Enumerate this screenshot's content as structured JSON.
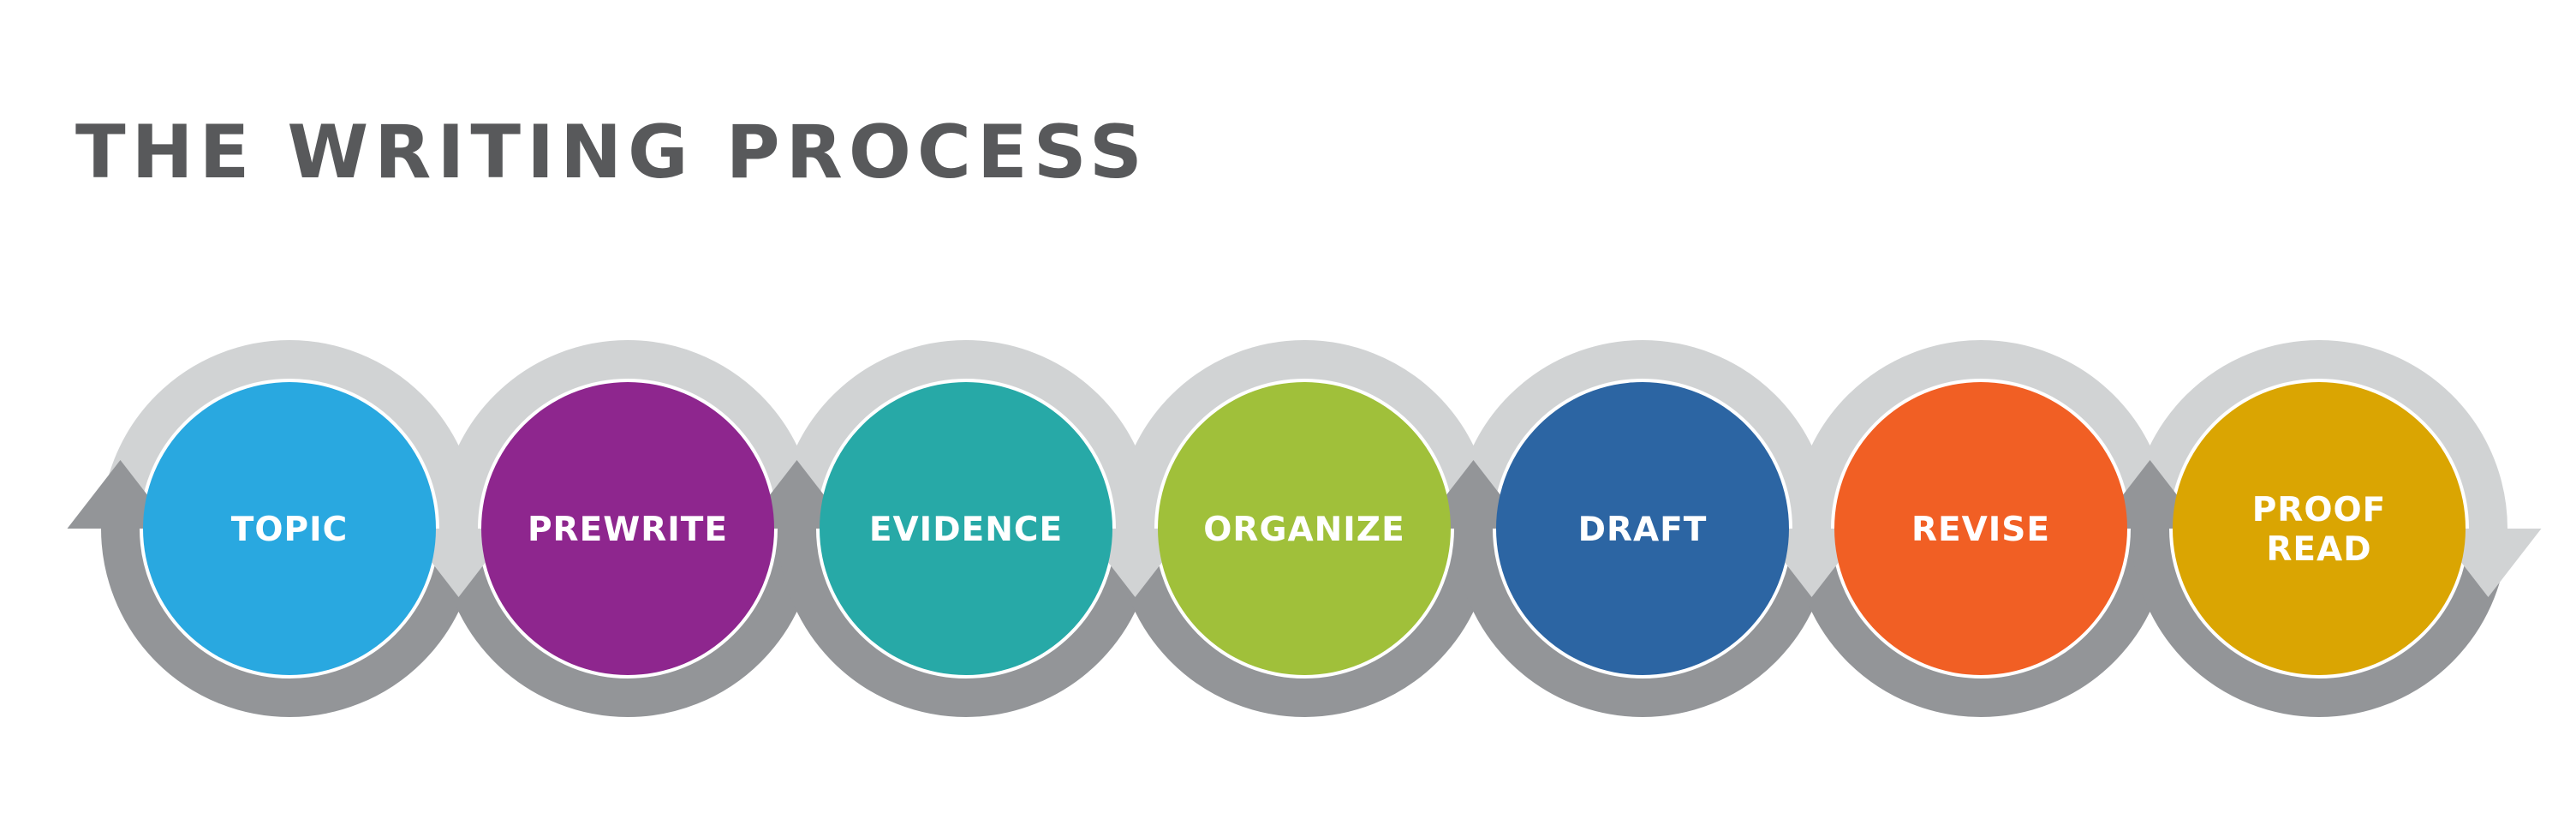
{
  "title": "THE WRITING PROCESS",
  "steps": [
    {
      "lines": [
        "TOPIC"
      ],
      "color": "#29a8e0"
    },
    {
      "lines": [
        "PREWRITE"
      ],
      "color": "#8e268e"
    },
    {
      "lines": [
        "EVIDENCE"
      ],
      "color": "#27a9a7"
    },
    {
      "lines": [
        "ORGANIZE"
      ],
      "color": "#a0c03a"
    },
    {
      "lines": [
        "DRAFT"
      ],
      "color": "#2c65a3"
    },
    {
      "lines": [
        "REVISE"
      ],
      "color": "#f15f24"
    },
    {
      "lines": [
        "PROOF",
        "READ"
      ],
      "color": "#daa502"
    }
  ],
  "ring_colors": {
    "top": "#d1d3d4",
    "bottom": "#939598"
  }
}
